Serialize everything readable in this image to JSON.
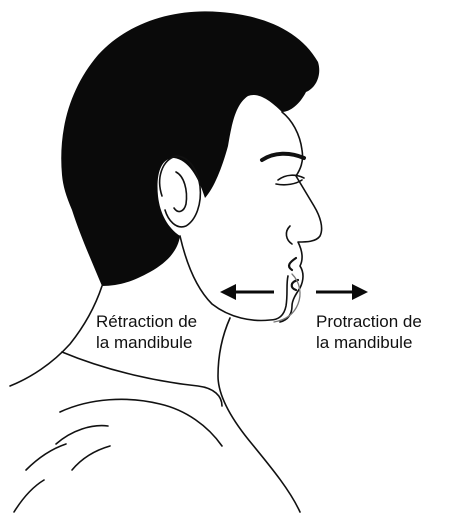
{
  "labels": {
    "retraction": {
      "line1": "Rétraction de",
      "line2": "la mandibule"
    },
    "protraction": {
      "line1": "Protraction de",
      "line2": "la mandibule"
    }
  },
  "illustration": {
    "subject": "man-head-profile",
    "colors": {
      "hair": "#0a0a0a",
      "outline": "#111111",
      "background": "#ffffff"
    }
  }
}
